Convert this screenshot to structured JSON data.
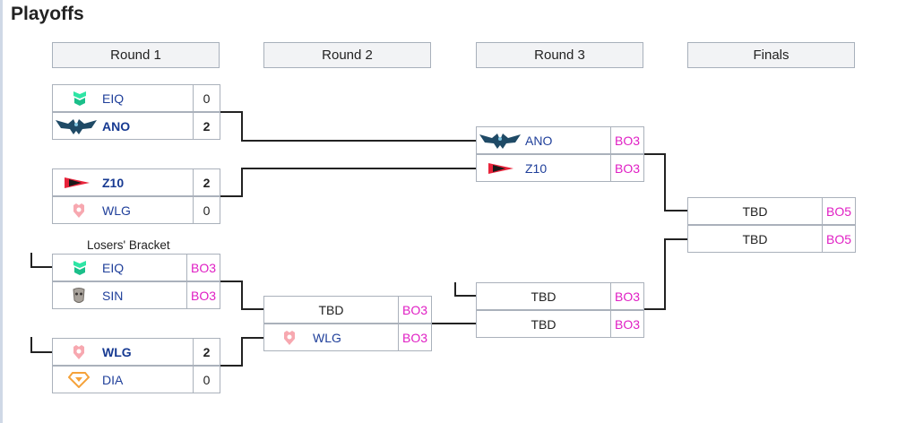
{
  "page_title": "Playoffs",
  "rounds": [
    "Round 1",
    "Round 2",
    "Round 3",
    "Finals"
  ],
  "losers_bracket_label": "Losers' Bracket",
  "colors": {
    "team_text": "#1f3f9a",
    "format_text": "#e01fc4",
    "border": "#aab1bb",
    "header_bg": "#f2f3f5"
  },
  "matches": {
    "r1_upper_1": [
      {
        "team": "EIQ",
        "logo": "eiq-logo",
        "score": "0"
      },
      {
        "team": "ANO",
        "logo": "ano-logo",
        "score": "2",
        "winner": true
      }
    ],
    "r1_upper_2": [
      {
        "team": "Z10",
        "logo": "z10-logo",
        "score": "2",
        "winner": true
      },
      {
        "team": "WLG",
        "logo": "wlg-logo",
        "score": "0"
      }
    ],
    "r1_lower_1": [
      {
        "team": "EIQ",
        "logo": "eiq-logo",
        "format": "BO3"
      },
      {
        "team": "SIN",
        "logo": "sin-logo",
        "format": "BO3"
      }
    ],
    "r1_lower_2": [
      {
        "team": "WLG",
        "logo": "wlg-logo",
        "score": "2",
        "winner": true
      },
      {
        "team": "DIA",
        "logo": "dia-logo",
        "score": "0"
      }
    ],
    "r2_lower": [
      {
        "team": "TBD",
        "format": "BO3"
      },
      {
        "team": "WLG",
        "logo": "wlg-logo",
        "format": "BO3"
      }
    ],
    "r3_upper": [
      {
        "team": "ANO",
        "logo": "ano-logo",
        "format": "BO3"
      },
      {
        "team": "Z10",
        "logo": "z10-logo",
        "format": "BO3"
      }
    ],
    "r3_lower": [
      {
        "team": "TBD",
        "format": "BO3"
      },
      {
        "team": "TBD",
        "format": "BO3"
      }
    ],
    "finals": [
      {
        "team": "TBD",
        "format": "BO5"
      },
      {
        "team": "TBD",
        "format": "BO5"
      }
    ]
  }
}
